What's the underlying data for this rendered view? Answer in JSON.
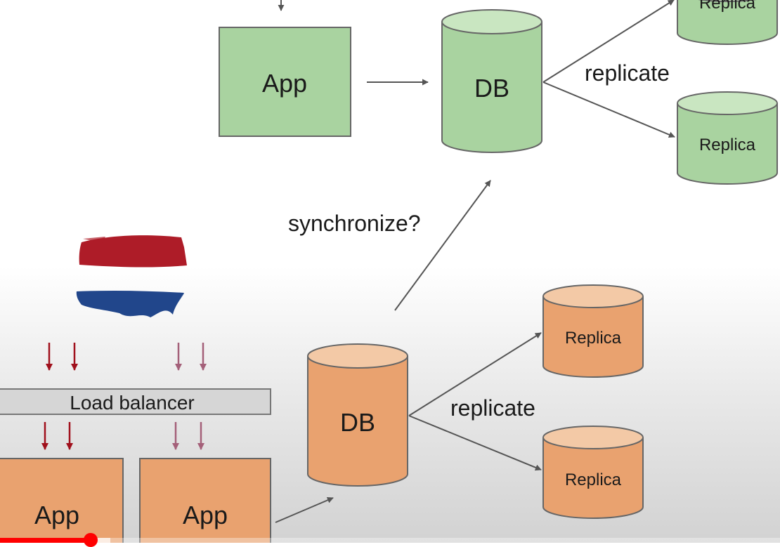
{
  "top": {
    "app_label": "App",
    "db_label": "DB",
    "replicate_label": "replicate",
    "replica_labels": [
      "Replica",
      "Replica"
    ]
  },
  "sync_label": "synchronize?",
  "bottom": {
    "load_balancer_label": "Load balancer",
    "app_labels": [
      "App",
      "App"
    ],
    "db_label": "DB",
    "replicate_label": "replicate",
    "replica_labels": [
      "Replica",
      "Replica"
    ]
  },
  "colors": {
    "green_fill": "#a9d3a0",
    "green_top": "#c9e6c1",
    "orange_fill": "#e9a26f",
    "orange_top": "#f3c9a6",
    "arrow": "#555555",
    "flag_red": "#ae1c28",
    "flag_blue": "#21468b",
    "arrow_red": "#a0101c",
    "arrow_pink": "#a46079",
    "progress": "#ff0000"
  },
  "video": {
    "progress_fraction": 0.116,
    "buffered_fraction": 0.141
  }
}
